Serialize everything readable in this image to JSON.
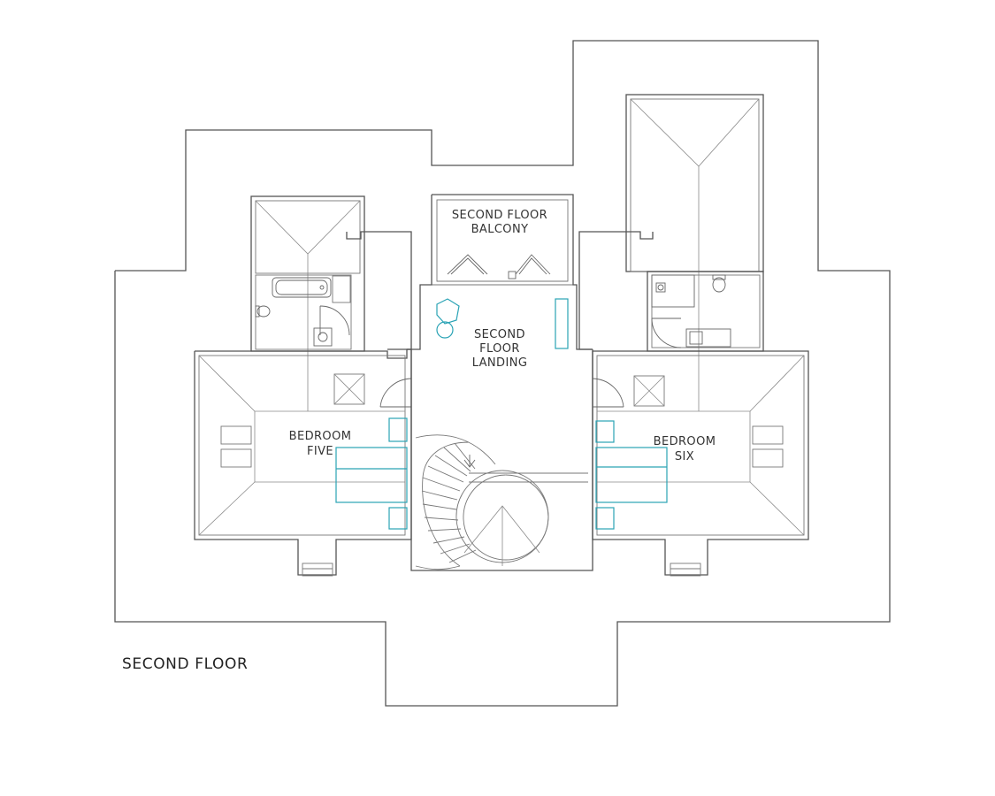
{
  "plan": {
    "title": "SECOND FLOOR",
    "rooms": {
      "balcony": [
        "SECOND FLOOR",
        "BALCONY"
      ],
      "landing": [
        "SECOND",
        "FLOOR",
        "LANDING"
      ],
      "bedroom_five": [
        "BEDROOM",
        "FIVE"
      ],
      "bedroom_six": [
        "BEDROOM",
        "SIX"
      ]
    }
  },
  "colors": {
    "walls": "#555555",
    "furniture": "#2aa3b5",
    "background": "#ffffff"
  }
}
